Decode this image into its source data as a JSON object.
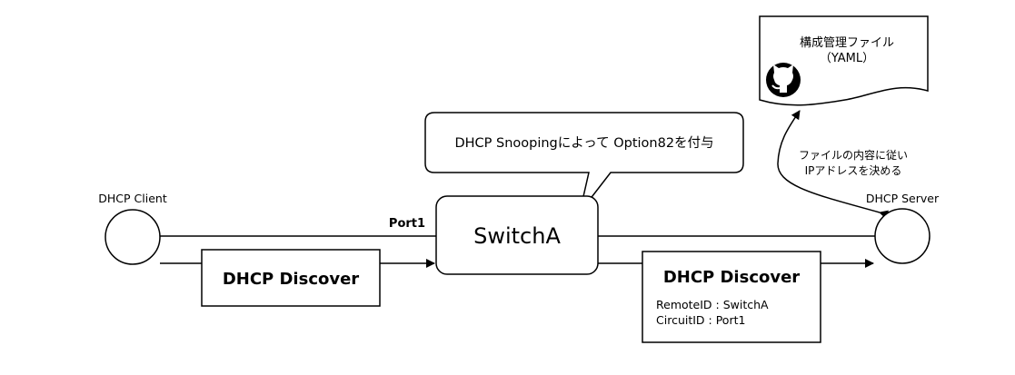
{
  "yaml_doc": {
    "title": "構成管理ファイル",
    "subtitle": "（YAML）",
    "logo_icon": "github-octocat-icon"
  },
  "callout": {
    "text": "DHCP Snoopingによって Option82を付与"
  },
  "note": {
    "line1": "ファイルの内容に従い",
    "line2": "IPアドレスを決める"
  },
  "client": {
    "label": "DHCP Client"
  },
  "server": {
    "label": "DHCP Server"
  },
  "switch": {
    "label": "SwitchA",
    "port_label": "Port1"
  },
  "discover_left": {
    "title": "DHCP Discover"
  },
  "discover_right": {
    "title": "DHCP Discover",
    "line1": "RemoteID : SwitchA",
    "line2": "CircuitID   : Port1"
  }
}
